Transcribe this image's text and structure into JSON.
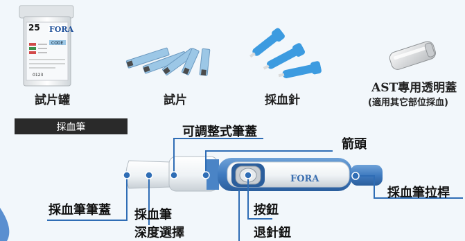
{
  "products": {
    "vial_label": "試片罐",
    "vial_brand": "FORA",
    "vial_count": "25",
    "vial_code": "CODE",
    "vial_ce": "0123",
    "strip_label": "試片",
    "lancet_label": "採血針",
    "ast_label": "AST專用透明蓋",
    "ast_sublabel": "(適用其它部位採血)"
  },
  "section": {
    "title": "採血筆"
  },
  "device": {
    "brand": "FORA",
    "labels": {
      "adjustable_cap": "可調整式筆蓋",
      "arrow_tip": "箭頭",
      "lever": "採血筆拉桿",
      "pen_cap": "採血筆筆蓋",
      "depth_line1": "採血筆",
      "depth_line2": "深度選擇",
      "press_button": "按鈕",
      "eject_button": "退針鈕"
    }
  },
  "colors": {
    "background": "#f2f7fb",
    "device_blue": "#3f7bc0",
    "strip_blue": "#9cc7e6",
    "lancet_blue": "#3c9be0",
    "leader_blue": "#2f6db5",
    "dark_bar": "#2a2a2a"
  }
}
